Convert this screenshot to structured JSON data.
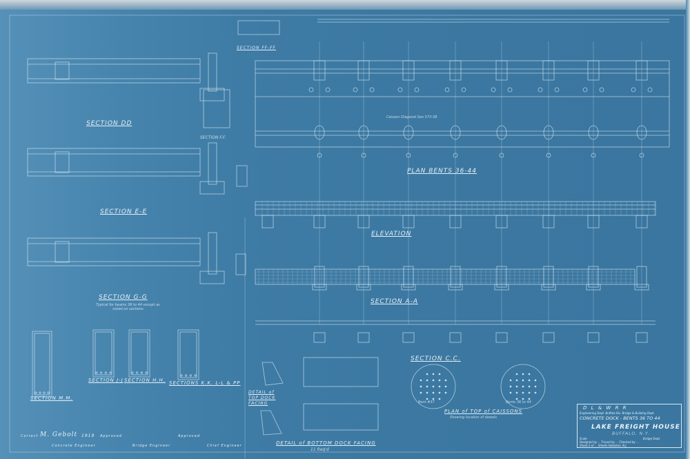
{
  "drawing": {
    "labels": {
      "section_ff": "SECTION FF-FF",
      "section_dd": "SECTION DD",
      "section_ee": "SECTION E-E",
      "section_gg": "SECTION G-G",
      "section_gg_note": "Typical for beams 38 to 44 except as noted on sections",
      "section_ff_small": "SECTION F.F.",
      "section_mm": "SECTION M.M.",
      "section_jj": "SECTION J-J",
      "section_hh": "SECTION H.H.",
      "section_kk": "SECTIONS K.K. L-L & PP",
      "plan_bents": "PLAN BENTS 36-44",
      "elevation": "ELEVATION",
      "section_aa": "SECTION A-A",
      "section_cc": "SECTION C.C.",
      "plan_caissons": "PLAN of TOP of CAISSONS",
      "plan_caissons_note": "Showing location of dowels",
      "bent_37": "Bent #37",
      "bents_36_44": "Bents 36 to 44",
      "detail_top": "DETAIL of TOP DOCK FACING",
      "detail_bottom": "DETAIL of BOTTOM DOCK FACING",
      "detail_bottom_note": "11 Req'd",
      "caisson_note": "Caisson Diagonal See 573-38"
    },
    "title_block": {
      "railroad": "D   L   &   W   R   R",
      "dept_line": "Engineering Dept.  Buffalo Div.  Bridge & Building Dept.",
      "subject": "CONCRETE DOCK - BENTS 36 TO 44",
      "project": "LAKE FREIGHT HOUSE",
      "location": "BUFFALO, N.Y.",
      "scale": "Scale",
      "bridge_dept": "Bridge Dept.",
      "designed": "Designed by ... Traced by ... Checked by ...",
      "sheet": "Sheet 2 of ... Sheets  Hoboken, N.J."
    },
    "approvals": {
      "correct": "Correct",
      "signature": "M. Gebolt",
      "year": "1919",
      "approved_1": "Approved",
      "approved_2": "Approved",
      "concrete_engineer": "Concrete Engineer",
      "bridge_engineer": "Bridge Engineer",
      "chief_engineer": "Chief Engineer"
    }
  }
}
